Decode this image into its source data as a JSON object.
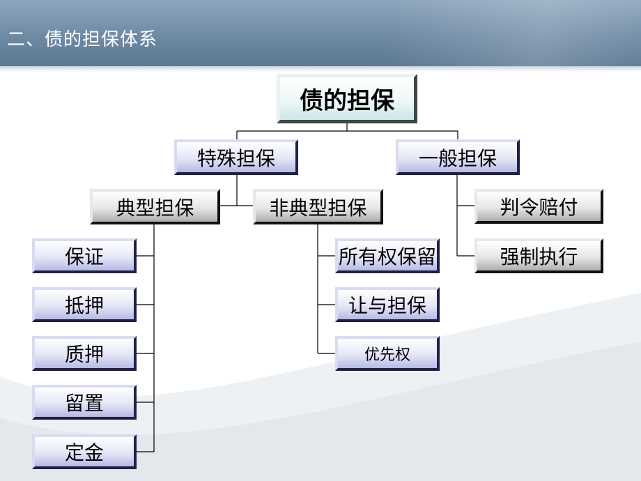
{
  "slide": {
    "title": "二、债的担保体系"
  },
  "diagram": {
    "root": "债的担保",
    "special": "特殊担保",
    "general": "一般担保",
    "typical": "典型担保",
    "atypical": "非典型担保",
    "typical_items": [
      "保证",
      "抵押",
      "质押",
      "留置",
      "定金"
    ],
    "atypical_items": [
      "所有权保留",
      "让与担保",
      "优先权"
    ],
    "general_items": [
      "判令赔付",
      "强制执行"
    ]
  }
}
